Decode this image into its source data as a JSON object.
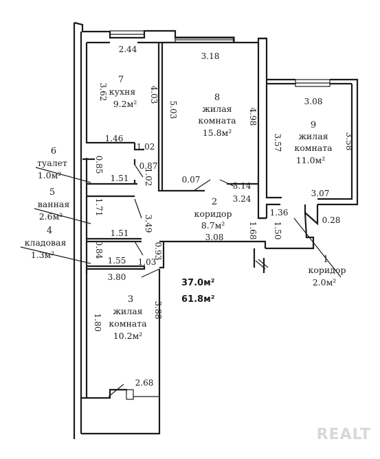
{
  "rooms": [
    {
      "number": "7",
      "name": "кухня",
      "area": "9.2м²"
    },
    {
      "number": "8",
      "name_line1": "жилая",
      "name_line2": "комната",
      "area": "15.8м²"
    },
    {
      "number": "9",
      "name_line1": "жилая",
      "name_line2": "комната",
      "area": "11.0м²"
    },
    {
      "number": "6",
      "name": "туалет",
      "area": "1.0м²"
    },
    {
      "number": "5",
      "name": "ванная",
      "area": "2.6м²"
    },
    {
      "number": "4",
      "name": "кладовая",
      "area": "1.3м²"
    },
    {
      "number": "2",
      "name": "коридор",
      "area": "8.7м²"
    },
    {
      "number": "1",
      "name": "коридор",
      "area": "2.0м²"
    },
    {
      "number": "3",
      "name_line1": "жилая",
      "name_line2": "комната",
      "area": "10.2м²"
    }
  ],
  "dimensions": {
    "kitchen_top": "2.44",
    "kitchen_left": "3.62",
    "kitchen_right": "4.03",
    "kitchen_bottom": "1.46",
    "kitchen_door": "1.02",
    "room8_top": "3.18",
    "room8_left": "5.03",
    "room8_right": "4.98",
    "room8_bottom_a": "0.07",
    "room8_bottom_b": "3.14",
    "room9_top": "3.08",
    "room9_left": "3.57",
    "room9_right": "3.58",
    "room9_bottom": "3.07",
    "room9_nib": "0.28",
    "toilet_v": "0.85",
    "toilet_w": "1.51",
    "toilet_door": "0.87",
    "corridor_v": "1.02",
    "corridor_w": "3.24",
    "bath_v": "1.71",
    "bath_w": "1.51",
    "corridor_bath": "3.49",
    "corr1_w": "1.36",
    "corr1_a": "1.68",
    "corr1_b": "1.50",
    "corridor_bottom": "3.08",
    "storage_v": "0.84",
    "storage_w": "1.55",
    "storage_door": "1.03",
    "storage_r": "0.93",
    "room3_top": "3.80",
    "room3_left": "1.80",
    "room3_right": "3.88",
    "room3_bottom": "2.68"
  },
  "totals": {
    "living": "37.0м²",
    "total": "61.8м²"
  },
  "watermark": "REALT"
}
